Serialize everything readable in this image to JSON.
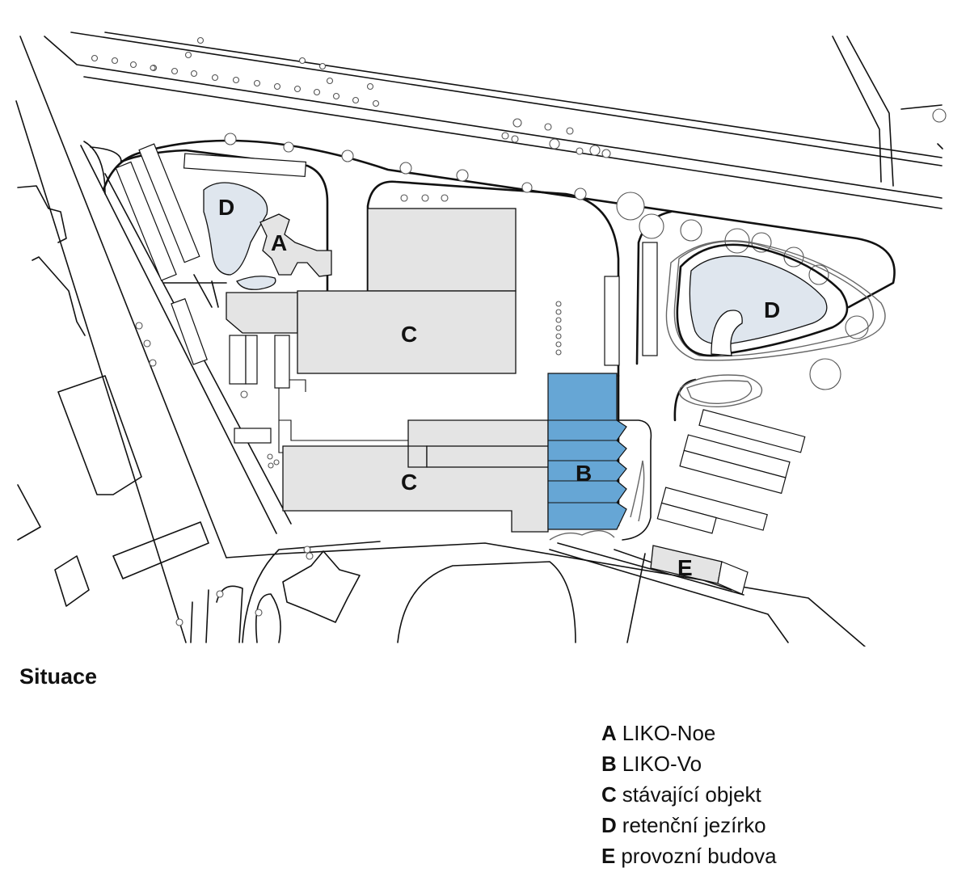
{
  "title": "Situace",
  "map_labels": {
    "a": "A",
    "b": "B",
    "c1": "C",
    "c2": "C",
    "d1": "D",
    "d2": "D",
    "e": "E"
  },
  "legend": [
    {
      "key": "A",
      "label": "LIKO-Noe"
    },
    {
      "key": "B",
      "label": "LIKO-Vo"
    },
    {
      "key": "C",
      "label": "stávající objekt"
    },
    {
      "key": "D",
      "label": "retenční jezírko"
    },
    {
      "key": "E",
      "label": "provozní budova"
    }
  ],
  "colors": {
    "highlight": "#66a6d5",
    "building": "#e4e4e4",
    "pond": "#dfe6ee"
  }
}
